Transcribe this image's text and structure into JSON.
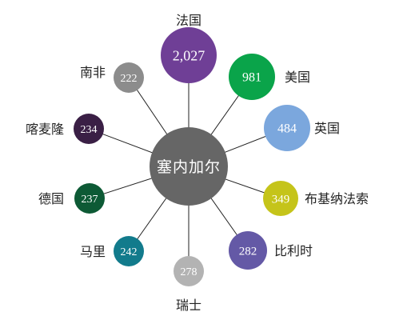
{
  "center": {
    "label": "塞内加尔",
    "color": "#666666"
  },
  "nodes": [
    {
      "country": "法国",
      "value": "2,027",
      "color": "#6f3f96"
    },
    {
      "country": "美国",
      "value": "981",
      "color": "#0aa44a"
    },
    {
      "country": "英国",
      "value": "484",
      "color": "#7ba7dd"
    },
    {
      "country": "布基纳法索",
      "value": "349",
      "color": "#c5c41a"
    },
    {
      "country": "比利时",
      "value": "282",
      "color": "#6459a6"
    },
    {
      "country": "瑞士",
      "value": "278",
      "color": "#b3b3b3"
    },
    {
      "country": "马里",
      "value": "242",
      "color": "#127b8c"
    },
    {
      "country": "德国",
      "value": "237",
      "color": "#0d5a35"
    },
    {
      "country": "喀麦隆",
      "value": "234",
      "color": "#3a1f45"
    },
    {
      "country": "南非",
      "value": "222",
      "color": "#8c8c8c"
    }
  ]
}
